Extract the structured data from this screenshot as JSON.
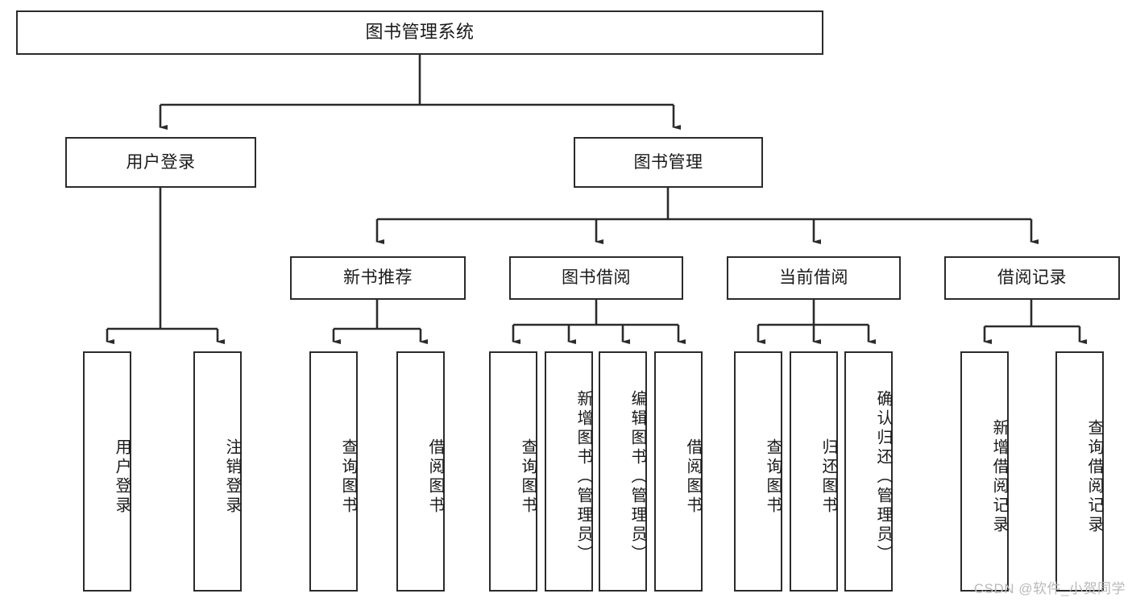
{
  "diagram": {
    "title": "图书管理系统",
    "type": "tree-hierarchy-chart",
    "root": {
      "label": "图书管理系统"
    },
    "level2": [
      {
        "label": "用户登录"
      },
      {
        "label": "图书管理"
      }
    ],
    "level3": [
      {
        "label": "新书推荐"
      },
      {
        "label": "图书借阅"
      },
      {
        "label": "当前借阅"
      },
      {
        "label": "借阅记录"
      }
    ],
    "leaves": {
      "user_login": [
        {
          "label": "用户登录"
        },
        {
          "label": "注销登录"
        }
      ],
      "new_book_recommend": [
        {
          "label": "查询图书"
        },
        {
          "label": "借阅图书"
        }
      ],
      "book_borrow": [
        {
          "label": "查询图书"
        },
        {
          "label": "新增图书（管理员）"
        },
        {
          "label": "编辑图书（管理员）"
        },
        {
          "label": "借阅图书"
        }
      ],
      "current_borrow": [
        {
          "label": "查询图书"
        },
        {
          "label": "归还图书"
        },
        {
          "label": "确认归还（管理员）"
        }
      ],
      "borrow_record": [
        {
          "label": "新增借阅记录"
        },
        {
          "label": "查询借阅记录"
        }
      ]
    }
  },
  "watermark": {
    "text": "CSDN @软件_小贺同学"
  },
  "colors": {
    "stroke": "#2b2b2b",
    "background": "#ffffff",
    "text": "#1a1a1a",
    "watermark": "#b9b9b9"
  }
}
